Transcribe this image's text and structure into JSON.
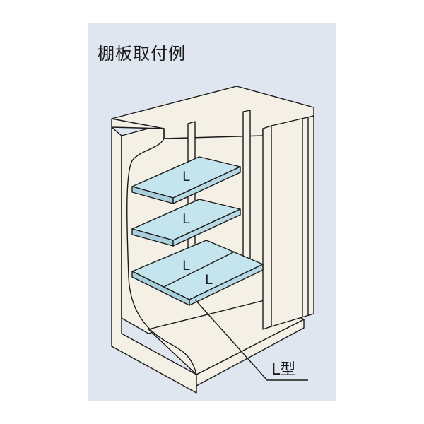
{
  "title": "棚板取付例",
  "shelves": [
    {
      "label": "L"
    },
    {
      "label": "L"
    },
    {
      "label": "L"
    },
    {
      "label": "L"
    }
  ],
  "callout": {
    "label": "L型"
  },
  "colors": {
    "panel": "#dfe6ef",
    "cabinet": "#f4f0e6",
    "shelf": "#c4e4ee",
    "stroke": "#1a1a1a"
  }
}
